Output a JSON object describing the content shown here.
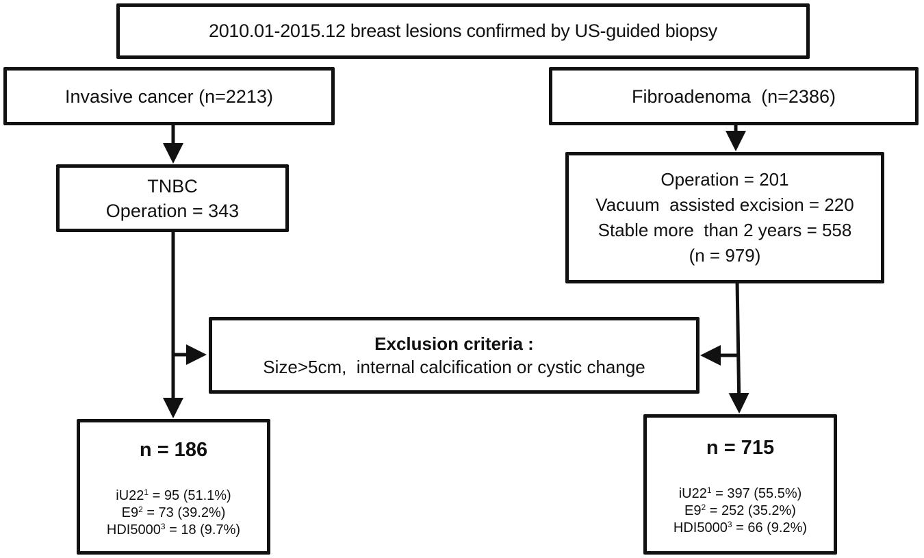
{
  "diagram": {
    "type": "flowchart",
    "top": {
      "label": "2010.01-2015.12 breast lesions confirmed by US-guided biopsy"
    },
    "left": {
      "group": {
        "label": "Invasive cancer (n=2213)"
      },
      "subgroup": {
        "lines": [
          "TNBC",
          "Operation = 343"
        ]
      },
      "final": {
        "n_label": "n = 186",
        "devices": [
          {
            "name": "iU22",
            "sup": "1",
            "value": " = 95 (51.1%)"
          },
          {
            "name": "E9",
            "sup": "2",
            "value": " = 73 (39.2%)"
          },
          {
            "name": "HDI5000",
            "sup": "3",
            "value": " = 18 (9.7%)"
          }
        ]
      }
    },
    "right": {
      "group": {
        "label": "Fibroadenoma  (n=2386)"
      },
      "subgroup": {
        "lines": [
          "Operation = 201",
          "Vacuum  assisted excision = 220",
          "Stable more  than 2 years = 558",
          "(n = 979)"
        ]
      },
      "final": {
        "n_label": "n = 715",
        "devices": [
          {
            "name": "iU22",
            "sup": "1",
            "value": " = 397 (55.5%)"
          },
          {
            "name": "E9",
            "sup": "2",
            "value": " = 252 (35.2%)"
          },
          {
            "name": "HDI5000",
            "sup": "3",
            "value": " = 66 (9.2%)"
          }
        ]
      }
    },
    "exclusion": {
      "title": "Exclusion criteria :",
      "body": "Size>5cm,  internal calcification or cystic change"
    },
    "colors": {
      "line": "#111111",
      "background": "#ffffff"
    }
  }
}
